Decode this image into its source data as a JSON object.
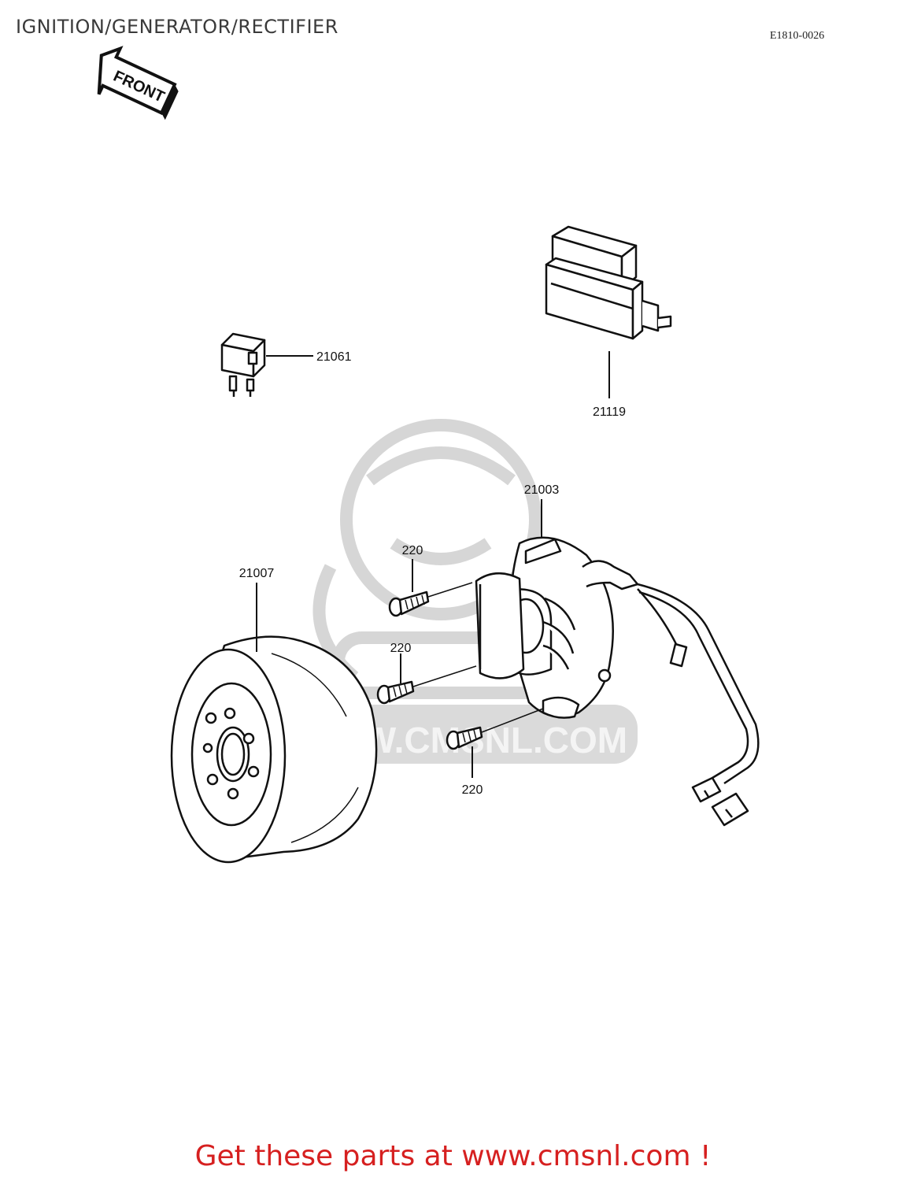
{
  "header": {
    "title": "IGNITION/GENERATOR/RECTIFIER",
    "diagram_code": "E1810-0026"
  },
  "direction_marker": {
    "label": "FRONT"
  },
  "parts": {
    "relay": "21061",
    "rectifier": "21119",
    "stator": "21003",
    "rotor": "21007",
    "screw_top": "220",
    "screw_middle": "220",
    "screw_bottom": "220"
  },
  "watermark": {
    "text": "WWW.CMSNL.COM"
  },
  "footer": {
    "link_text": "Get these parts at www.cmsnl.com !"
  }
}
